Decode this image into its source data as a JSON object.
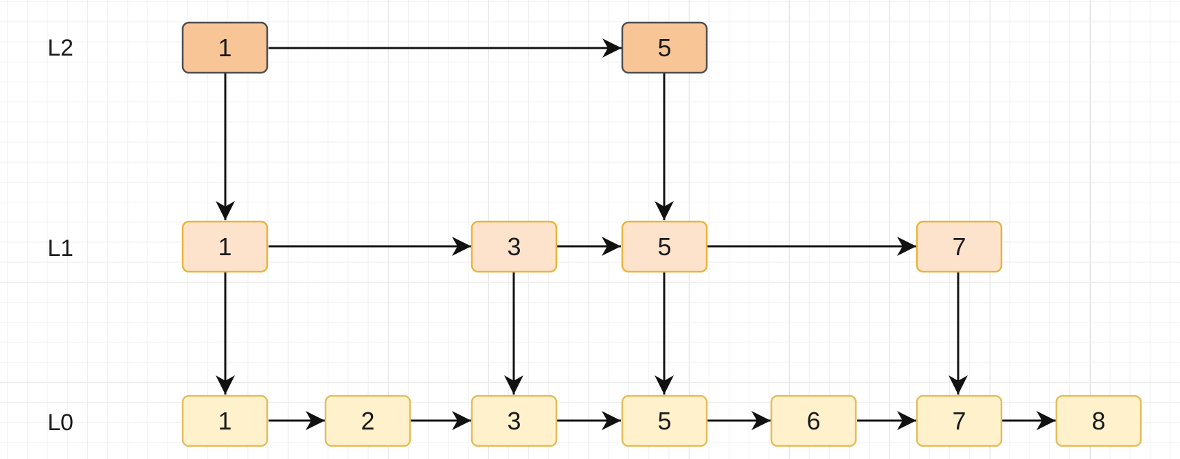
{
  "levels": [
    {
      "label": "L2",
      "nodes": [
        "1",
        "5"
      ]
    },
    {
      "label": "L1",
      "nodes": [
        "1",
        "3",
        "5",
        "7"
      ]
    },
    {
      "label": "L0",
      "nodes": [
        "1",
        "2",
        "3",
        "5",
        "6",
        "7",
        "8"
      ]
    }
  ],
  "colors": {
    "l2_fill": "#f8c597",
    "l2_stroke": "#4d4d4d",
    "l1_fill": "#fde3cc",
    "l1_stroke": "#e9b43a",
    "l0_fill": "#fff1cc",
    "l0_stroke": "#e3bd5b",
    "arrow": "#111111",
    "text": "#1a1a1a"
  }
}
